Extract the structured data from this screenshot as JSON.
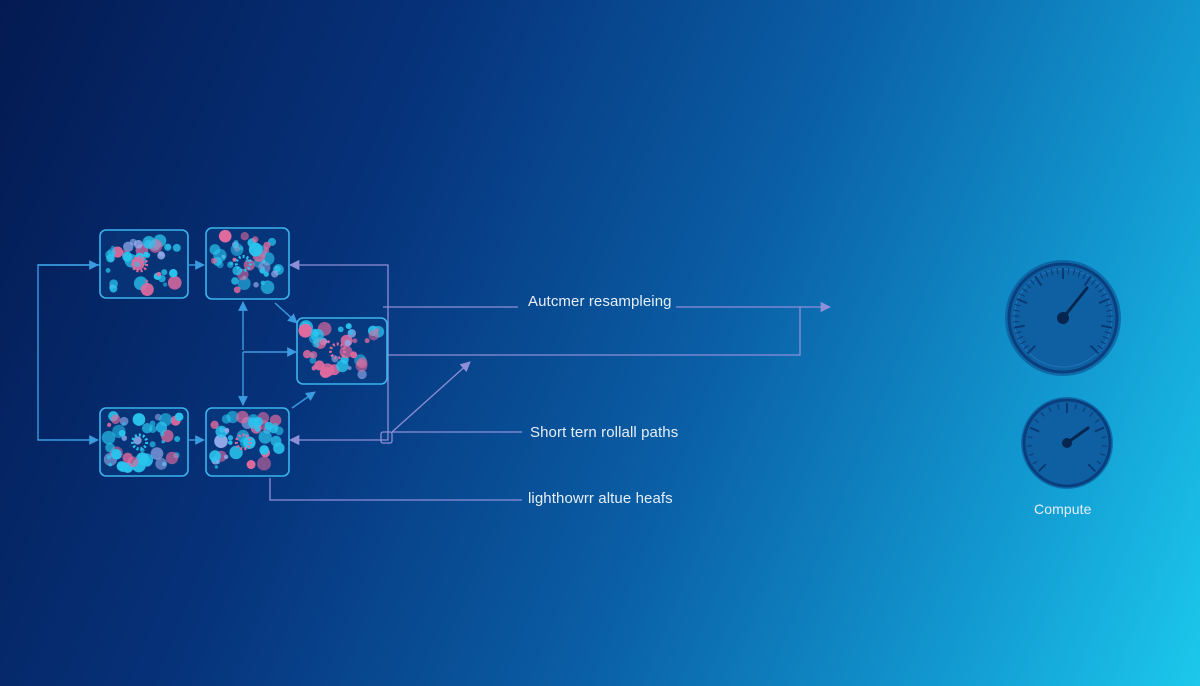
{
  "labels": {
    "resampling": "Autcmer resampleing",
    "short_term": "Short tern rollall paths",
    "lighthown": "lighthowrr altue heafs",
    "compute": "Compute"
  },
  "colors": {
    "node_border": "#3ab4ee",
    "connector_blue": "#3b9be0",
    "connector_purple": "#8e8fd8",
    "cell_cyan": "#29c4ee",
    "cell_pink": "#e06a9e",
    "gauge_face": "#0f5fa3"
  },
  "icons": [
    "cell-cluster-icon",
    "speedometer-icon"
  ]
}
